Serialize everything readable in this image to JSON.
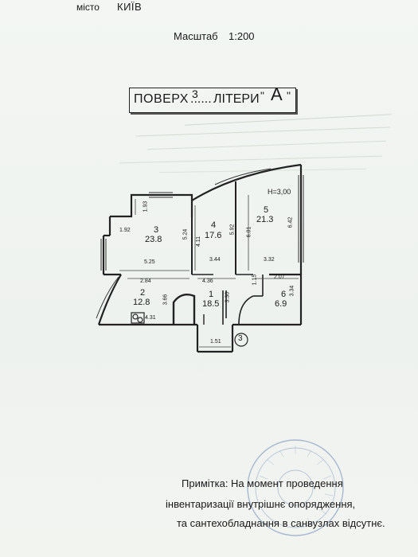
{
  "header": {
    "city_label": "місто",
    "city_value": "КИЇВ",
    "scale_label": "Масштаб",
    "scale_value": "1:200"
  },
  "floor_box": {
    "prefix": "ПОВЕРХ",
    "dots": "......",
    "number": "3",
    "letters_label": "ЛІТЕРИ",
    "open_quote": "\"",
    "letter": "А",
    "close_quote": "\""
  },
  "plan": {
    "ceiling_height": "Н=3,00",
    "rooms": [
      {
        "id": "room-3",
        "number": "3",
        "area": "23.8"
      },
      {
        "id": "room-4",
        "number": "4",
        "area": "17.6"
      },
      {
        "id": "room-5",
        "number": "5",
        "area": "21.3"
      },
      {
        "id": "room-2",
        "number": "2",
        "area": "12.8"
      },
      {
        "id": "room-1",
        "number": "1",
        "area": "18.5"
      },
      {
        "id": "room-6",
        "number": "6",
        "area": "6.9"
      }
    ],
    "dimensions": [
      "1.93",
      "1.92",
      "5.24",
      "5.25",
      "4.11",
      "5.92",
      "6.01",
      "6.42",
      "3.44",
      "3.32",
      "2.84",
      "4.36",
      "1.15",
      "2.07",
      "3.66",
      "3.30",
      "3.34",
      "4.31",
      "1.51"
    ],
    "stair_marker": "3"
  },
  "note": {
    "line1": "Примітка: На момент проведення",
    "line2": "інвентаризації внутрішнє опорядження,",
    "line3": "та сантехобладнання  в санвузлах відсутнє."
  }
}
